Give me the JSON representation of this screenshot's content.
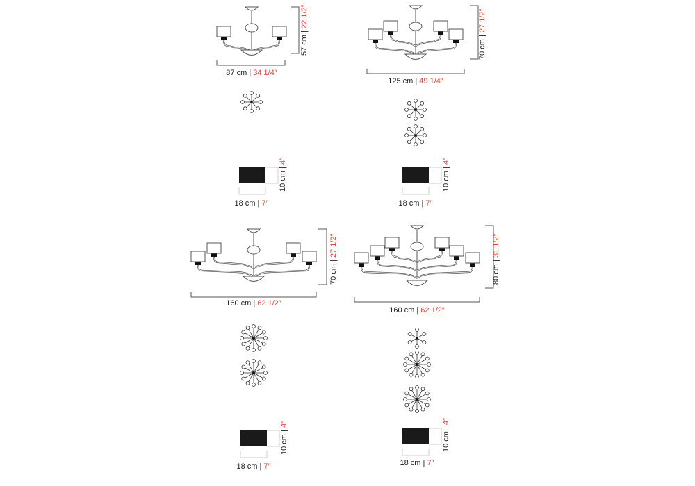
{
  "colors": {
    "line": "#555555",
    "inch": "#e0483c",
    "shade_fill": "#1a1a1a"
  },
  "models": [
    {
      "width": {
        "cm": "87 cm",
        "sep": "|",
        "in": "34 1/4″"
      },
      "height": {
        "cm": "57 cm",
        "sep": "|",
        "in": "22 1/2″"
      },
      "lights": 2,
      "layout_stars": [
        8
      ],
      "shade": {
        "width": {
          "cm": "18 cm",
          "sep": "|",
          "in": "7″"
        },
        "height": {
          "cm": "10 cm",
          "sep": "|",
          "in": "4″"
        }
      }
    },
    {
      "width": {
        "cm": "125 cm",
        "sep": "|",
        "in": "49 1/4″"
      },
      "height": {
        "cm": "70 cm",
        "sep": "|",
        "in": "27 1/2″"
      },
      "lights": 4,
      "layout_stars": [
        8,
        8
      ],
      "shade": {
        "width": {
          "cm": "18 cm",
          "sep": "|",
          "in": "7″"
        },
        "height": {
          "cm": "10 cm",
          "sep": "|",
          "in": "4″"
        }
      }
    },
    {
      "width": {
        "cm": "160 cm",
        "sep": "|",
        "in": "62 1/2″"
      },
      "height": {
        "cm": "70 cm",
        "sep": "|",
        "in": "27 1/2″"
      },
      "lights": 4,
      "layout_stars": [
        12,
        12
      ],
      "shade": {
        "width": {
          "cm": "18 cm",
          "sep": "|",
          "in": "7″"
        },
        "height": {
          "cm": "10 cm",
          "sep": "|",
          "in": "4″"
        }
      }
    },
    {
      "width": {
        "cm": "160 cm",
        "sep": "|",
        "in": "62 1/2″"
      },
      "height": {
        "cm": "80 cm",
        "sep": "|",
        "in": "31 1/2″"
      },
      "lights": 6,
      "layout_stars": [
        6,
        12,
        12
      ],
      "shade": {
        "width": {
          "cm": "18 cm",
          "sep": "|",
          "in": "7″"
        },
        "height": {
          "cm": "10 cm",
          "sep": "|",
          "in": "4″"
        }
      }
    }
  ]
}
